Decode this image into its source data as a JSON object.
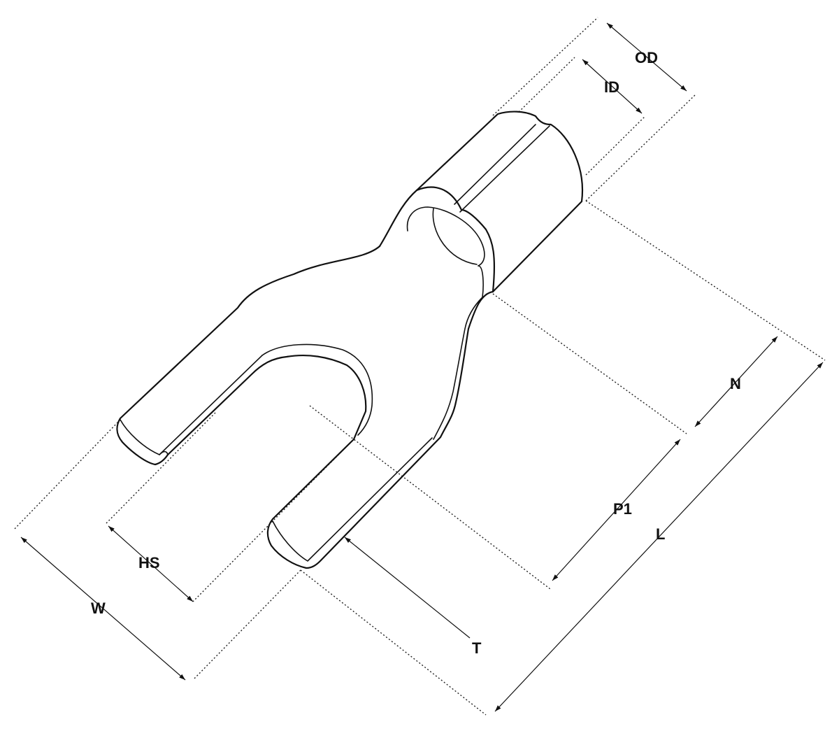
{
  "labels": {
    "od": "OD",
    "id": "ID",
    "n": "N",
    "p1": "P1",
    "l": "L",
    "hs": "HS",
    "w": "W",
    "t": "T"
  },
  "colors": {
    "line": "#111111",
    "background": "#ffffff"
  }
}
